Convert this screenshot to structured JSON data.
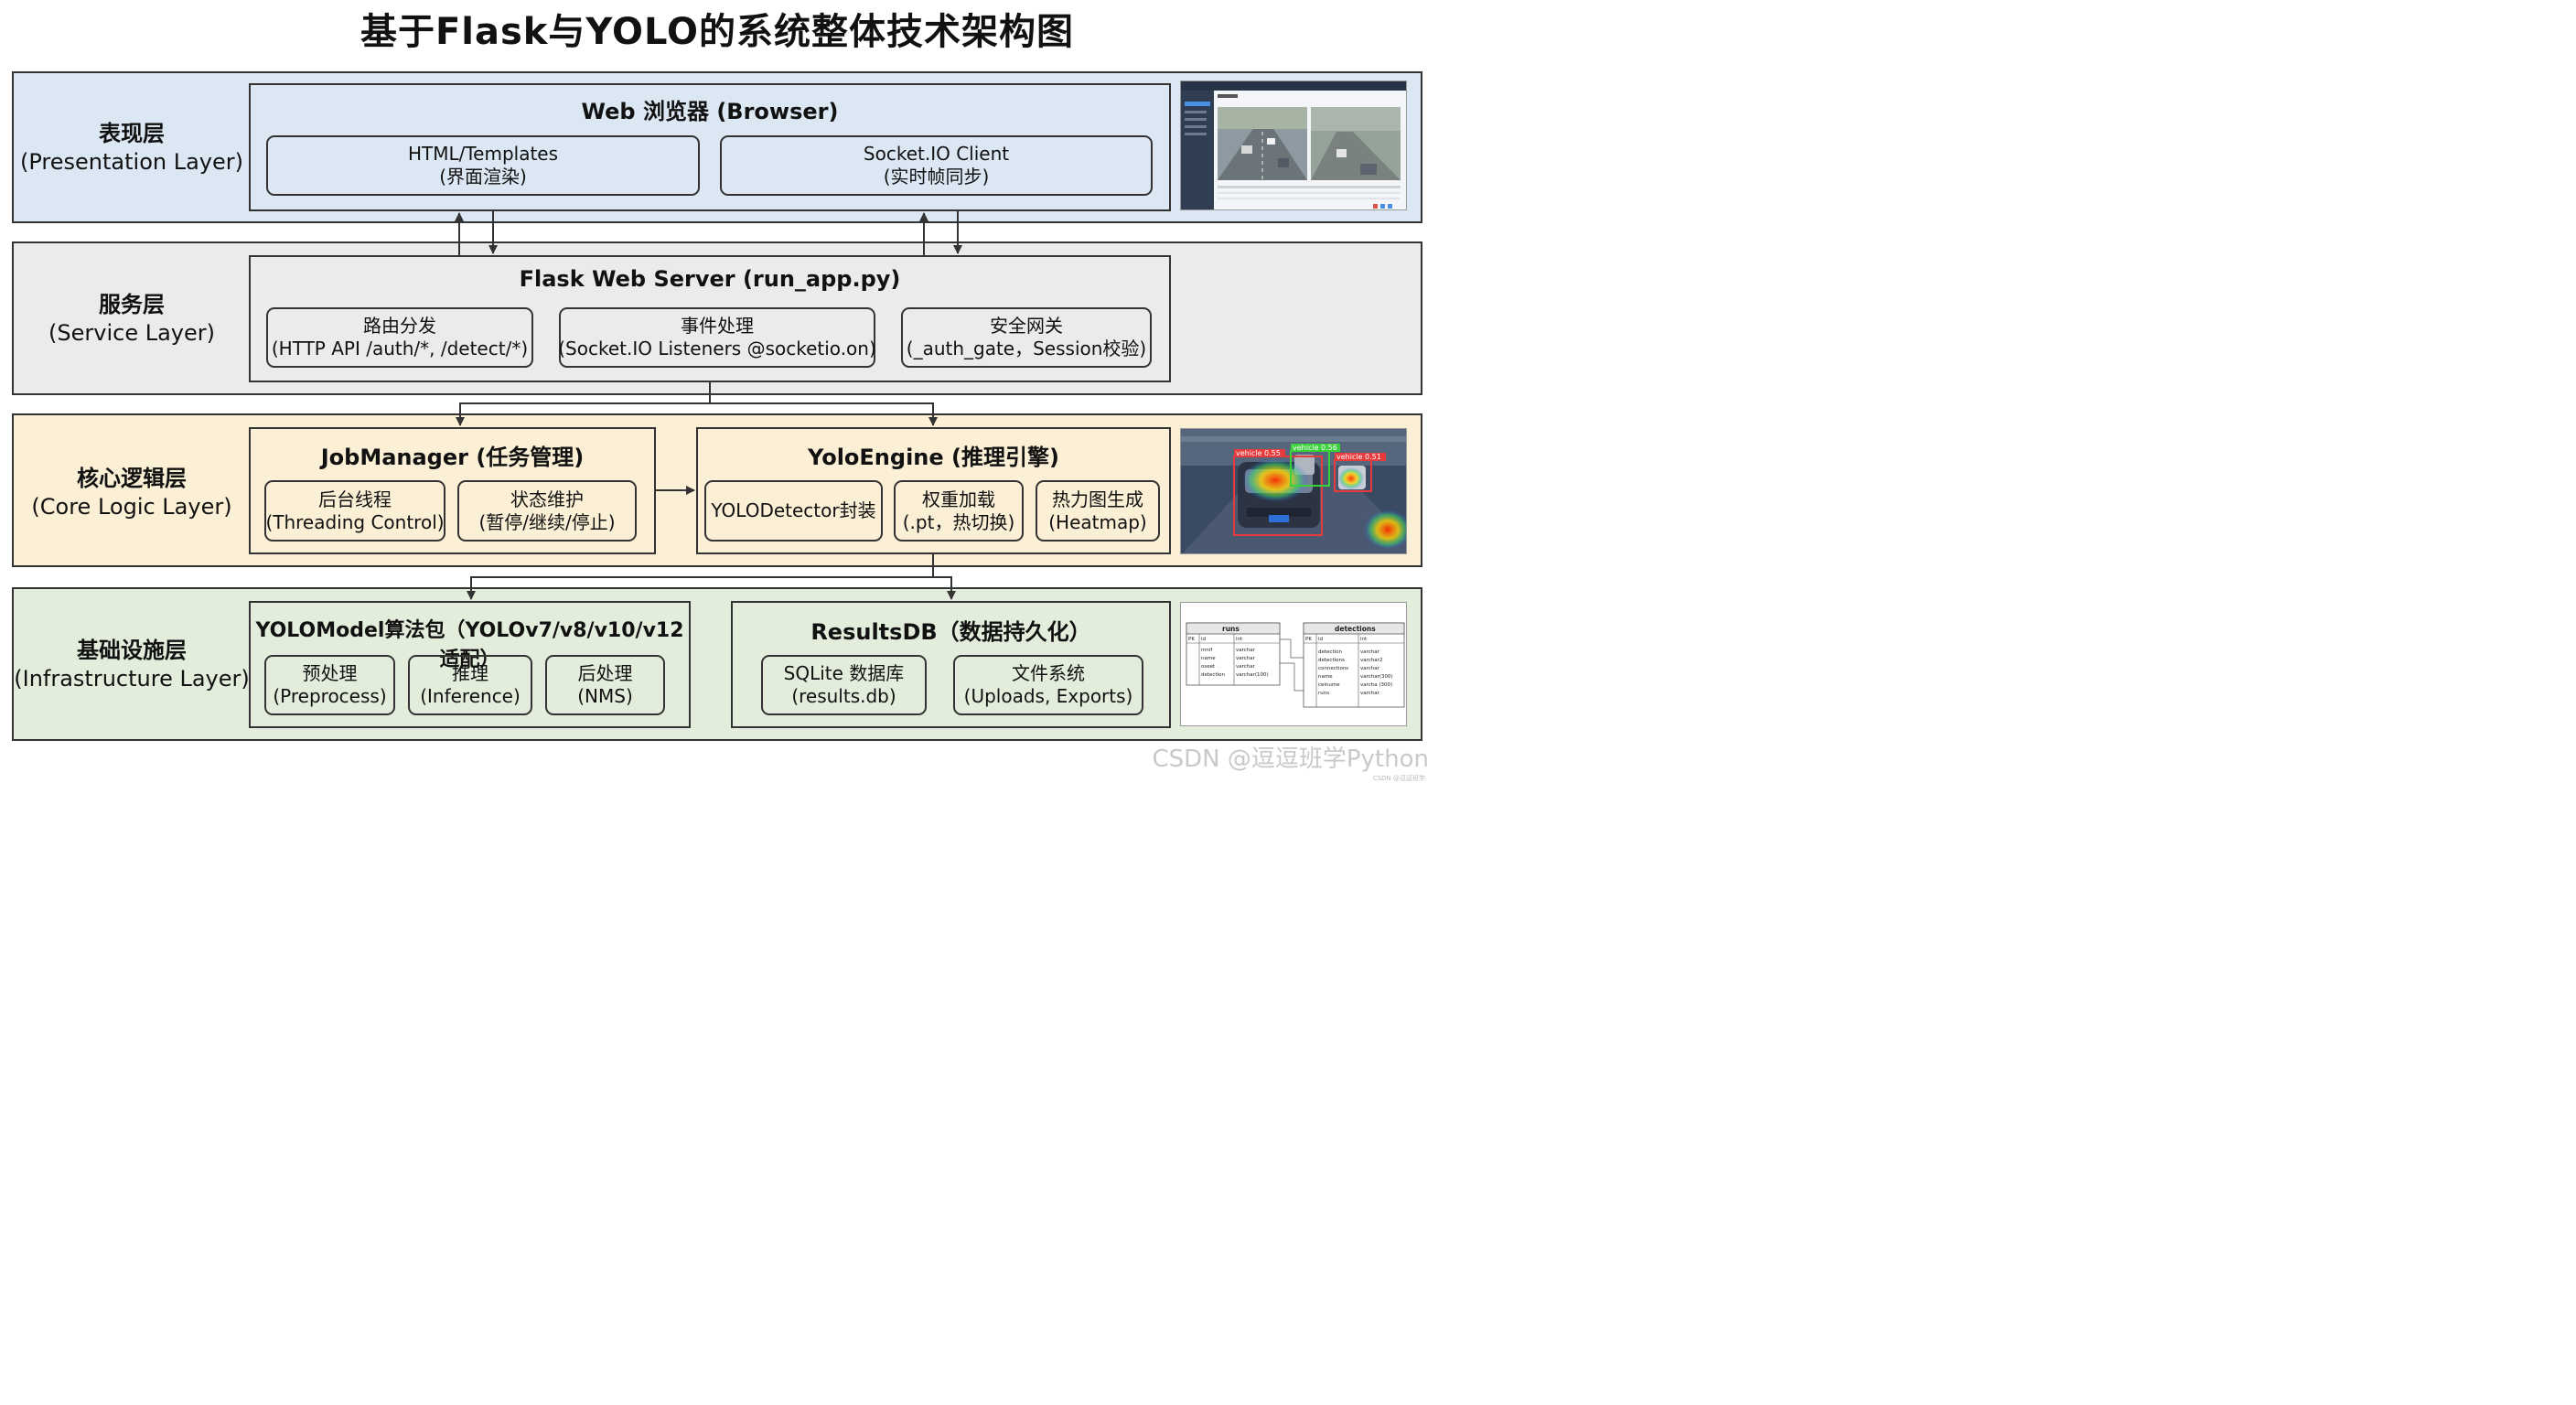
{
  "title": "基于Flask与YOLO的系统整体技术架构图",
  "colors": {
    "presentation": "#dbe7f3",
    "service": "#ebebeb",
    "core": "#fbefd5",
    "infra": "#e3eddb",
    "line": "#333333"
  },
  "layers": {
    "presentation": {
      "zh": "表现层",
      "en": "(Presentation Layer)"
    },
    "service": {
      "zh": "服务层",
      "en": "(Service Layer)"
    },
    "core": {
      "zh": "核心逻辑层",
      "en": "(Core Logic Layer)"
    },
    "infra": {
      "zh": "基础设施层",
      "en": "(Infrastructure Layer)"
    }
  },
  "browser": {
    "title": "Web 浏览器 (Browser)",
    "templates": {
      "line1": "HTML/Templates",
      "line2": "(界面渲染)"
    },
    "socket_client": {
      "line1": "Socket.IO Client",
      "line2": "(实时帧同步)"
    }
  },
  "server": {
    "title": "Flask Web Server (run_app.py)",
    "routing": {
      "line1": "路由分发",
      "line2": "(HTTP API /auth/*, /detect/*)"
    },
    "events": {
      "line1": "事件处理",
      "line2": "(Socket.IO Listeners @socketio.on)"
    },
    "gateway": {
      "line1": "安全网关",
      "line2": "(_auth_gate，Session校验)"
    }
  },
  "jobmanager": {
    "title": "JobManager (任务管理)",
    "thread": {
      "line1": "后台线程",
      "line2": "(Threading Control)"
    },
    "state": {
      "line1": "状态维护",
      "line2": "(暂停/继续/停止)"
    }
  },
  "yoloengine": {
    "title": "YoloEngine (推理引擎)",
    "detector": {
      "line1": "YOLODetector封装"
    },
    "weights": {
      "line1": "权重加载",
      "line2": "(.pt，热切换)"
    },
    "heatmap": {
      "line1": "热力图生成",
      "line2": "(Heatmap)"
    }
  },
  "yolomodel": {
    "title": "YOLOModel算法包（YOLOv7/v8/v10/v12适配）",
    "preprocess": {
      "line1": "预处理",
      "line2": "(Preprocess)"
    },
    "inference": {
      "line1": "推理",
      "line2": "(Inference)"
    },
    "postprocess": {
      "line1": "后处理",
      "line2": "(NMS)"
    }
  },
  "resultsdb": {
    "title": "ResultsDB（数据持久化）",
    "sqlite": {
      "line1": "SQLite 数据库",
      "line2": "(results.db)"
    },
    "files": {
      "line1": "文件系统",
      "line2": "(Uploads, Exports)"
    }
  },
  "thumb_detection": {
    "labels": [
      "vehicle 0.55",
      "vehicle 0.56",
      "vehicle 0.51"
    ]
  },
  "thumb_db": {
    "runs": {
      "title": "runs",
      "rows": [
        [
          "PK",
          "id",
          "int"
        ],
        [
          "",
          "mnif",
          "varchar"
        ],
        [
          "",
          "name",
          "varchar"
        ],
        [
          "",
          "oseet",
          "varchar"
        ],
        [
          "",
          "detection",
          "varchar(100)"
        ]
      ]
    },
    "detections": {
      "title": "detections",
      "rows": [
        [
          "PK",
          "id",
          "int"
        ],
        [
          "",
          "detection",
          "varchar"
        ],
        [
          "",
          "detections",
          "varchar2"
        ],
        [
          "",
          "connections",
          "varchar"
        ],
        [
          "",
          "name",
          "varchar(300)"
        ],
        [
          "",
          "ceinume",
          "varcha (300)"
        ],
        [
          "",
          "runs",
          "varchar"
        ]
      ]
    }
  },
  "watermark": "CSDN @逗逗班学Python",
  "watermark_small": "CSDN @逗逗班学"
}
